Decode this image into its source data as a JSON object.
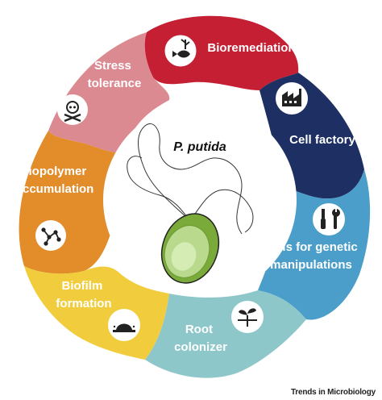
{
  "center": {
    "title": "P. putida"
  },
  "segments": [
    {
      "id": "bioremediation",
      "lines": [
        "Bioremediation"
      ],
      "color": "#c41f33",
      "icon": "fish-plant-icon"
    },
    {
      "id": "cell-factory",
      "lines": [
        "Cell factory"
      ],
      "color": "#1d2f63",
      "icon": "factory-icon"
    },
    {
      "id": "tools",
      "lines": [
        "Tools for genetic",
        "manipulations"
      ],
      "color": "#4b9ec9",
      "icon": "tools-icon"
    },
    {
      "id": "root-colonizer",
      "lines": [
        "Root",
        "colonizer"
      ],
      "color": "#8ec7ca",
      "icon": "seedling-icon"
    },
    {
      "id": "biofilm",
      "lines": [
        "Biofilm",
        "formation"
      ],
      "color": "#f1cd3d",
      "icon": "biofilm-icon"
    },
    {
      "id": "biopolymer",
      "lines": [
        "Biopolymer",
        "accumulation"
      ],
      "color": "#e28c2a",
      "icon": "polymer-icon"
    },
    {
      "id": "stress",
      "lines": [
        "Stress",
        "tolerance"
      ],
      "color": "#dc8a92",
      "icon": "skull-crossbones-icon"
    }
  ],
  "footer": {
    "credit": "Trends in Microbiology"
  }
}
